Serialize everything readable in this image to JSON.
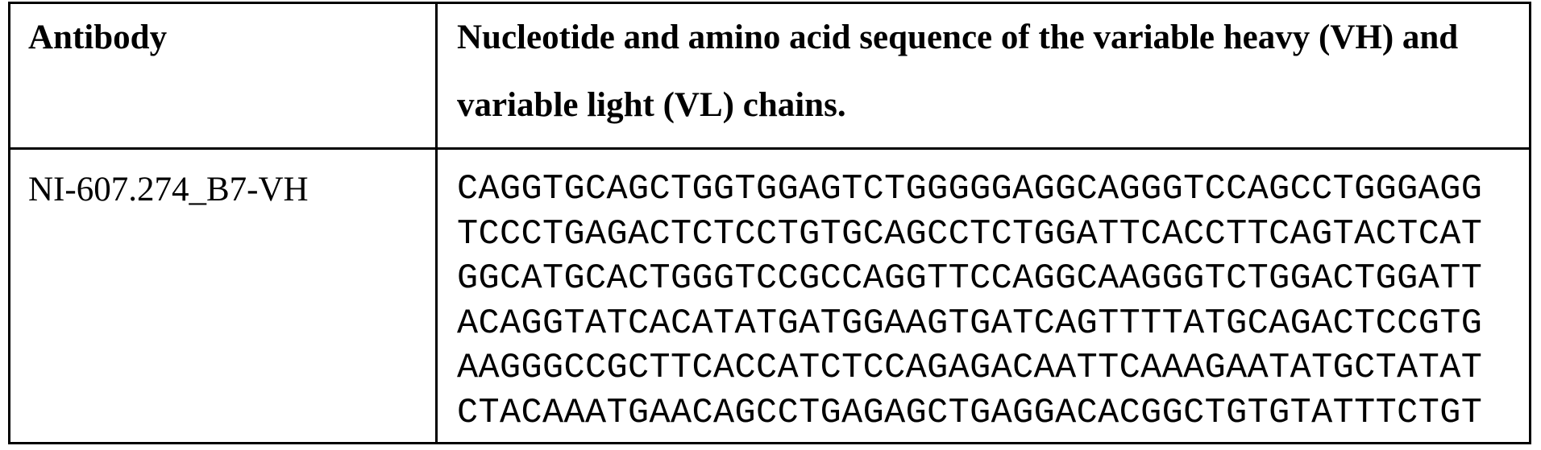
{
  "table": {
    "headers": [
      "Antibody",
      "Nucleotide and amino acid sequence of the variable heavy (VH) and variable light (VL) chains."
    ],
    "rows": [
      {
        "antibody": "NI-607.274_B7-VH",
        "sequence_lines": [
          "CAGGTGCAGCTGGTGGAGTCTGGGGGAGGCAGGGTCCAGCCTGGGAGG",
          "TCCCTGAGACTCTCCTGTGCAGCCTCTGGATTCACCTTCAGTACTCAT",
          "GGCATGCACTGGGTCCGCCAGGTTCCAGGCAAGGGTCTGGACTGGATT",
          "ACAGGTATCACATATGATGGAAGTGATCAGTTTTATGCAGACTCCGTG",
          "AAGGGCCGCTTCACCATCTCCAGAGACAATTCAAAGAATATGCTATAT",
          "CTACAAATGAACAGCCTGAGAGCTGAGGACACGGCTGTGTATTTCTGT"
        ]
      }
    ]
  }
}
